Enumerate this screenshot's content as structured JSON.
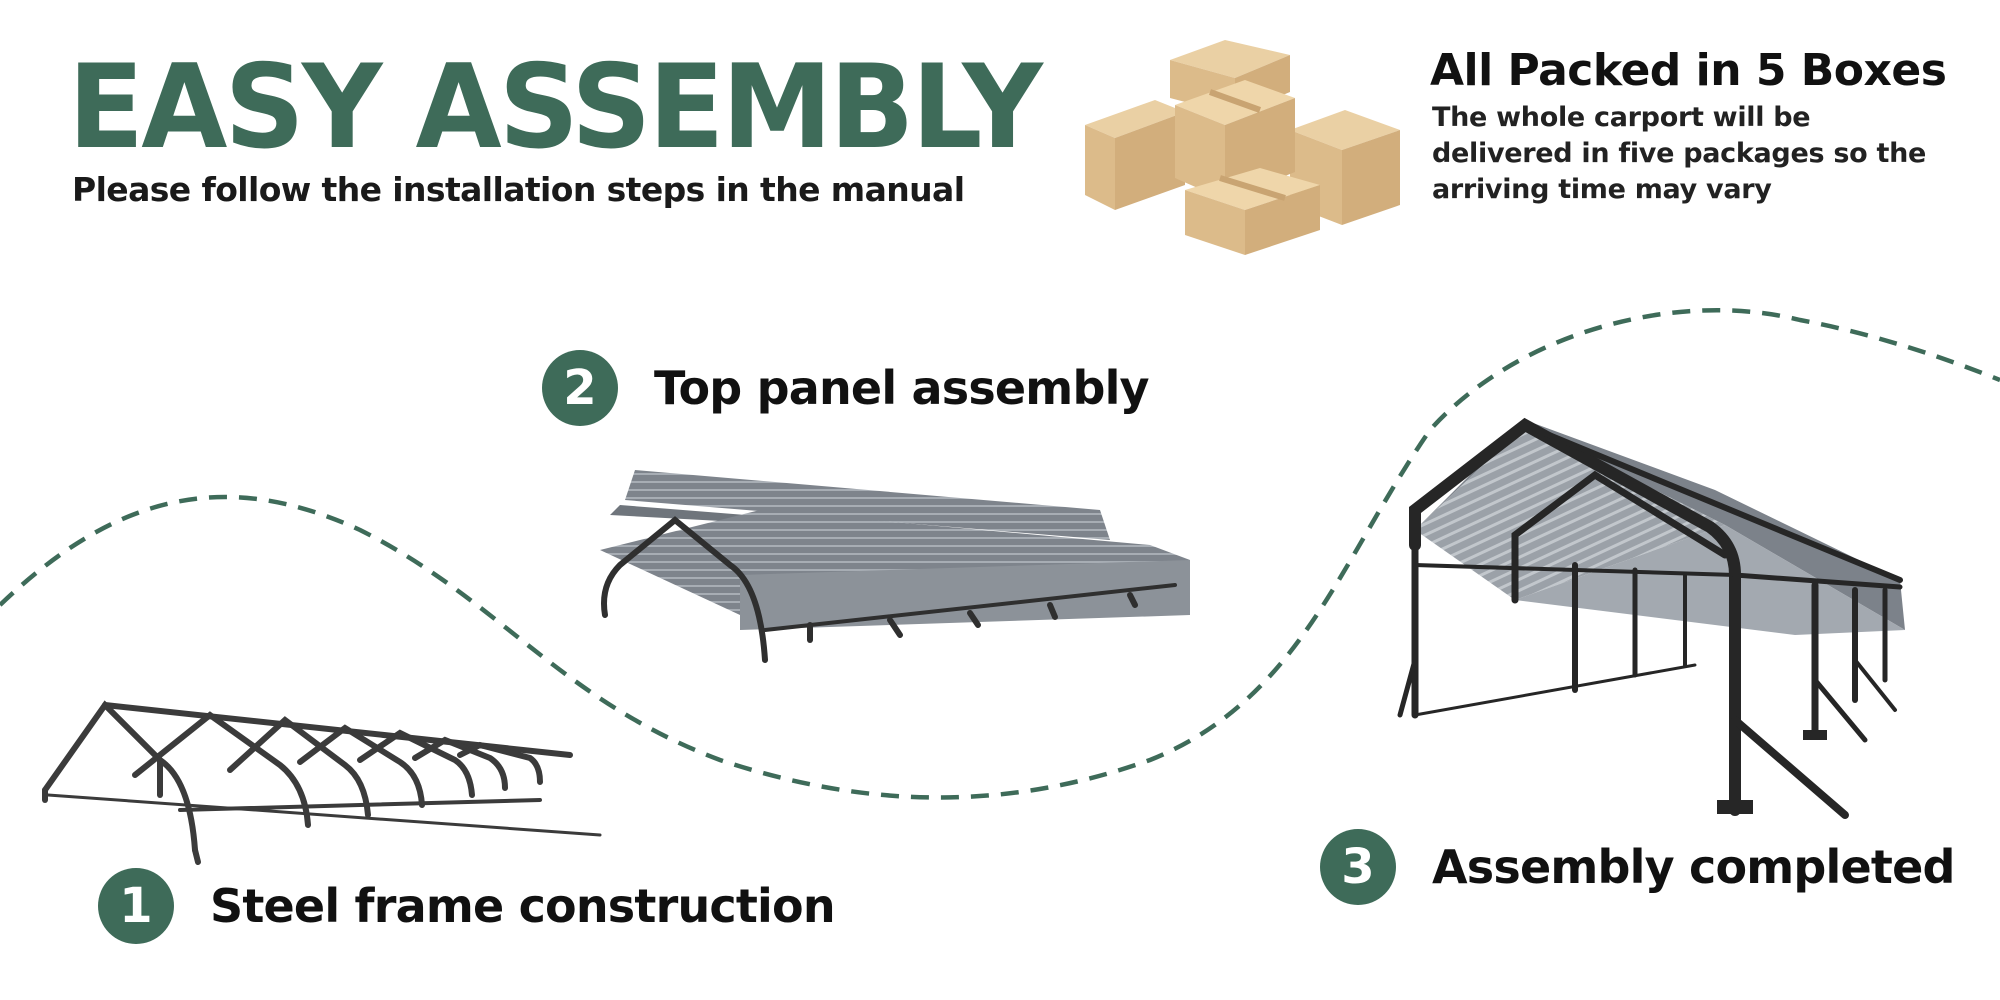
{
  "headline": "EASY ASSEMBLY",
  "subline": "Please follow the installation steps in the manual",
  "packing": {
    "title": "All Packed in 5 Boxes",
    "description": "The whole carport will be delivered in five packages so the arriving time may vary"
  },
  "steps": [
    {
      "number": "1",
      "label": "Steel frame construction"
    },
    {
      "number": "2",
      "label": "Top panel assembly"
    },
    {
      "number": "3",
      "label": "Assembly completed"
    }
  ],
  "colors": {
    "accent": "#3e6b59",
    "box": "#d9b98a",
    "steel": "#3a3a3a",
    "panel": "#8a9098"
  },
  "icons": [
    "cardboard-boxes-icon",
    "carport-frame-icon",
    "carport-panel-icon",
    "carport-complete-icon"
  ]
}
